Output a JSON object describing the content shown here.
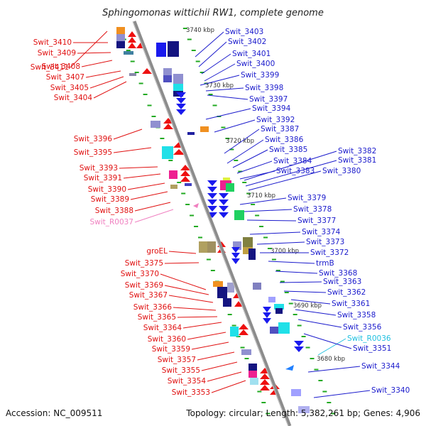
{
  "title": "Sphingomonas wittichii RW1, complete genome",
  "footer": {
    "accession": "Accession: NC_009511",
    "topology": "Topology: circular; Length: 5,382,261 bp; Genes: 4,906"
  },
  "colors": {
    "left_label": "#e01010",
    "right_label": "#1a1acc",
    "rna_pink": "#f080c0",
    "rna_cyan": "#20c0e0",
    "backbone": "#8c8c8c",
    "tick": "#22aa22"
  },
  "scale_labels": [
    "3740 kbp",
    "3730 kbp",
    "3720 kbp",
    "3710 kbp",
    "3700 kbp",
    "3690 kbp",
    "3680 kbp"
  ],
  "left_genes": [
    "Swit_3411",
    "Swit_3410",
    "Swit_3409",
    "Swit_3408",
    "Swit_3407",
    "Swit_3405",
    "Swit_3404",
    "Swit_3396",
    "Swit_3395",
    "Swit_3393",
    "Swit_3391",
    "Swit_3390",
    "Swit_3389",
    "Swit_3388",
    "Swit_R0037",
    "groEL",
    "Swit_3375",
    "Swit_3370",
    "Swit_3369",
    "Swit_3367",
    "Swit_3366",
    "Swit_3365",
    "Swit_3364",
    "Swit_3360",
    "Swit_3359",
    "Swit_3357",
    "Swit_3355",
    "Swit_3354",
    "Swit_3353"
  ],
  "right_genes": [
    "Swit_3403",
    "Swit_3402",
    "Swit_3401",
    "Swit_3400",
    "Swit_3399",
    "Swit_3398",
    "Swit_3397",
    "Swit_3394",
    "Swit_3392",
    "Swit_3387",
    "Swit_3386",
    "Swit_3385",
    "Swit_3384",
    "Swit_3383",
    "Swit_3382",
    "Swit_3381",
    "Swit_3380",
    "Swit_3379",
    "Swit_3378",
    "Swit_3377",
    "Swit_3374",
    "Swit_3373",
    "Swit_3372",
    "trmB",
    "Swit_3368",
    "Swit_3363",
    "Swit_3362",
    "Swit_3361",
    "Swit_3358",
    "Swit_3356",
    "Swit_R0036",
    "Swit_3351",
    "Swit_3344",
    "Swit_3340"
  ]
}
